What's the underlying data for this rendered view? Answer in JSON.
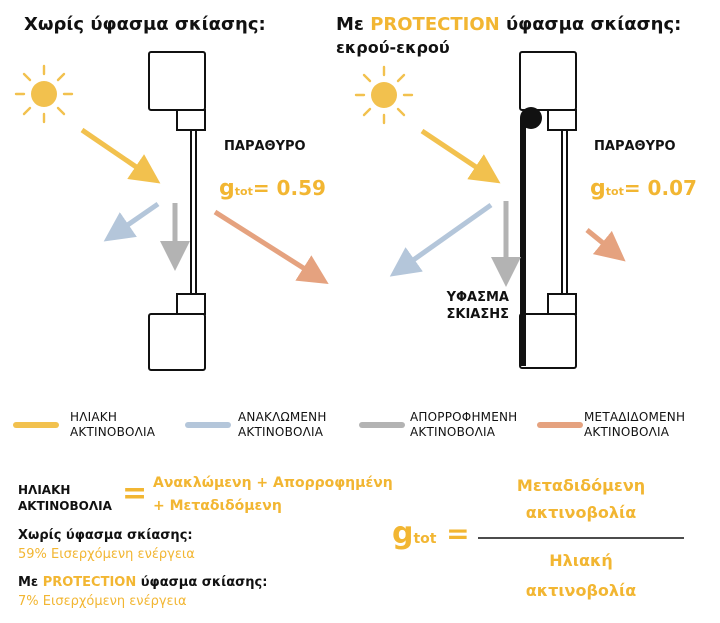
{
  "colors": {
    "solar": "#f2c14e",
    "reflected": "#b4c6da",
    "absorbed": "#b3b3b3",
    "transmitted": "#e5a27f",
    "accent": "#f2b632",
    "frame": "#111111"
  },
  "left_panel": {
    "title": "Χωρίς ύφασμα σκίασης:",
    "window_label": "ΠΑΡΑΘΥΡΟ",
    "g_symbol": "g",
    "g_sub": "tot",
    "g_eq": "= 0.59",
    "icon": "sun-icon"
  },
  "right_panel": {
    "title_prefix": "Με ",
    "title_brand": "PROTECTION",
    "title_suffix": " ύφασμα σκίασης:",
    "title_line2": "εκρού-εκρού",
    "window_label": "ΠΑΡΑΘΥΡΟ",
    "g_symbol": "g",
    "g_sub": "tot",
    "g_eq": "= 0.07",
    "fabric_line1": "ΥΦΑΣΜΑ",
    "fabric_line2": "ΣΚΙΑΣΗΣ",
    "icon": "sun-icon"
  },
  "legend": [
    {
      "line1": "ΗΛΙΑΚΗ",
      "line2": "ΑΚΤΙΝΟΒΟΛΙΑ",
      "color": "#f2c14e"
    },
    {
      "line1": "ΑΝΑΚΛΩΜΕΝΗ",
      "line2": "ΑΚΤΙΝΟΒΟΛΙΑ",
      "color": "#b4c6da"
    },
    {
      "line1": "ΑΠΟΡΡΟΦΗΜΕΝΗ",
      "line2": "ΑΚΤΙΝΟΒΟΛΙΑ",
      "color": "#b3b3b3"
    },
    {
      "line1": "ΜΕΤΑΔΙΔΟΜΕΝΗ",
      "line2": "ΑΚΤΙΝΟΒΟΛΙΑ",
      "color": "#e5a27f"
    }
  ],
  "equation": {
    "lhs_line1": "ΗΛΙΑΚΗ",
    "lhs_line2": "ΑΚΤΙΝΟΒΟΛΙΑ",
    "equals": "=",
    "rhs_line1": "Ανακλώμενη + Απορροφημένη",
    "rhs_line2": "+ Μεταδιδόμενη"
  },
  "energy": {
    "without_title": "Χωρίς ύφασμα σκίασης:",
    "without_value": "59% Εισερχόμενη ενέργεια",
    "with_prefix": "Με ",
    "with_brand": "PROTECTION",
    "with_suffix": " ύφασμα σκίασης:",
    "with_value": "7% Εισερχόμενη ενέργεια"
  },
  "gtot_formula": {
    "symbol": "g",
    "sub": "tot",
    "equals": "=",
    "numerator_line1": "Μεταδιδόμενη",
    "numerator_line2": "ακτινοβολία",
    "denominator_line1": "Ηλιακή",
    "denominator_line2": "ακτινοβολία"
  }
}
